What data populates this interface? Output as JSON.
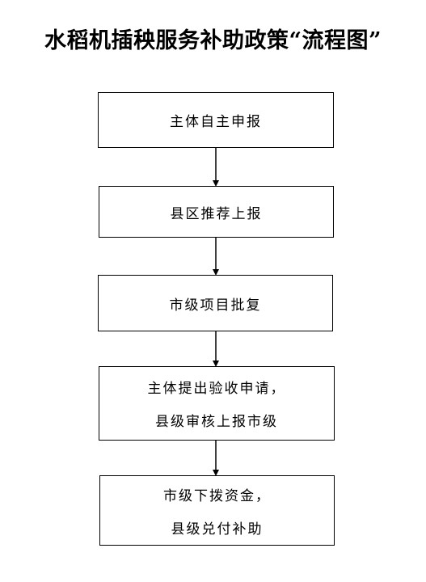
{
  "title": "水稻机插秧服务补助政策“流程图”",
  "flow": {
    "steps": [
      {
        "lines": [
          "主体自主申报"
        ]
      },
      {
        "lines": [
          "县区推荐上报"
        ]
      },
      {
        "lines": [
          "市级项目批复"
        ]
      },
      {
        "lines": [
          "主体提出验收申请，",
          "县级审核上报市级"
        ]
      },
      {
        "lines": [
          "市级下拨资金，",
          "县级兑付补助"
        ]
      }
    ]
  },
  "colors": {
    "border": "#000000",
    "text": "#000000",
    "background": "#ffffff"
  }
}
